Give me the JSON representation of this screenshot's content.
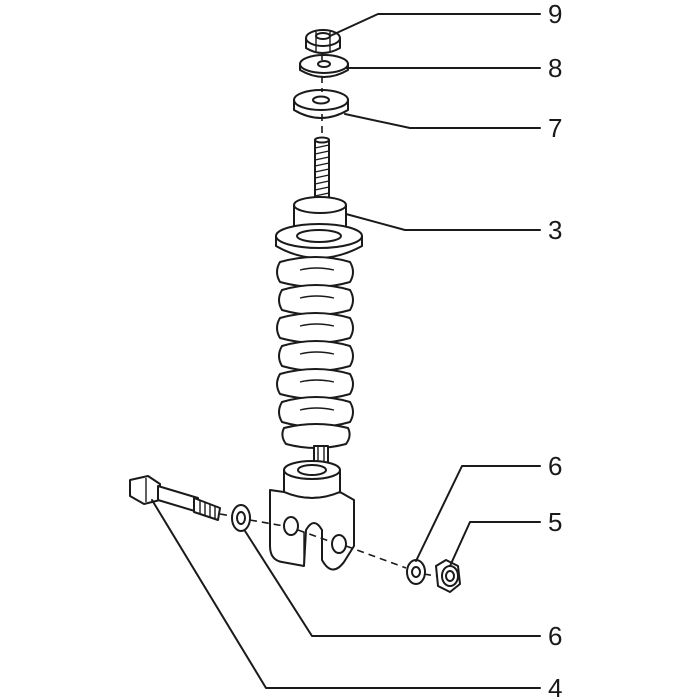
{
  "diagram": {
    "callouts": [
      {
        "id": "callout-9",
        "label": "9"
      },
      {
        "id": "callout-8",
        "label": "8"
      },
      {
        "id": "callout-7",
        "label": "7"
      },
      {
        "id": "callout-3",
        "label": "3"
      },
      {
        "id": "callout-6-top",
        "label": "6"
      },
      {
        "id": "callout-5",
        "label": "5"
      },
      {
        "id": "callout-6-bottom",
        "label": "6"
      },
      {
        "id": "callout-4",
        "label": "4"
      }
    ]
  }
}
